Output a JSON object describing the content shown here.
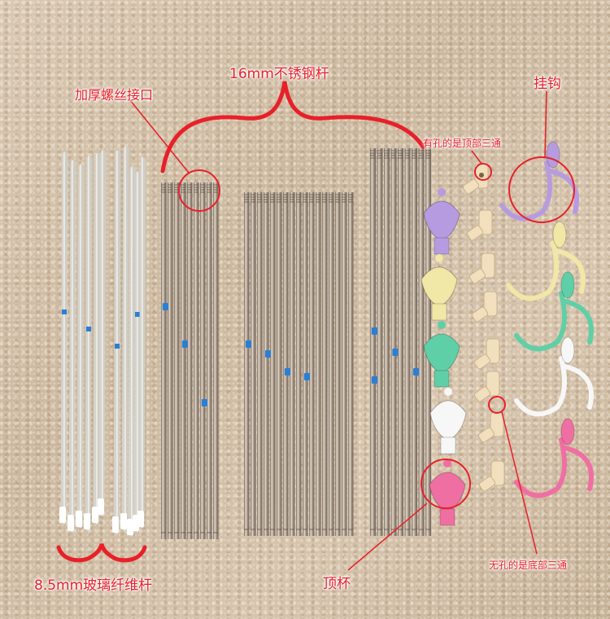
{
  "labels": {
    "stainless_rod": "16mm不锈钢杆",
    "thread_joint": "加厚螺丝接口",
    "hook": "挂钩",
    "top_connector": "有孔的是顶部三通",
    "fiberglass_rod": "8.5mm玻璃纤维杆",
    "top_cup": "顶杯",
    "bottom_connector": "无孔的是底部三通"
  },
  "colors": {
    "annotation": "#e8202a",
    "steel": "#b9a998",
    "fiberglass": "#f2f1ec",
    "purple": "#b79be0",
    "yellow": "#f1e7a6",
    "green": "#5fcfa7",
    "white": "#f7f7f7",
    "pink": "#ef6fa3",
    "connector": "#f1dfbd"
  }
}
